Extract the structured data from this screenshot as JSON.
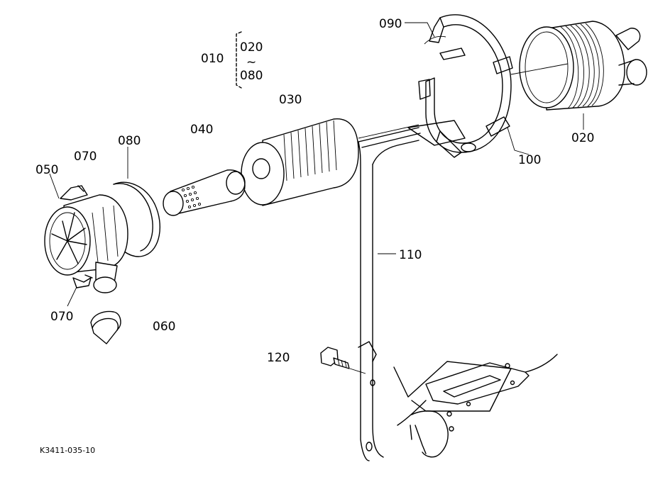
{
  "diagram": {
    "labels": {
      "p010": "010",
      "p020_range_start": "020",
      "p020_range_sep": "~",
      "p020_range_end": "080",
      "p020": "020",
      "p030": "030",
      "p040": "040",
      "p050": "050",
      "p060": "060",
      "p070_top": "070",
      "p070_bottom": "070",
      "p080": "080",
      "p090": "090",
      "p100": "100",
      "p110": "110",
      "p120": "120"
    },
    "drawing_code": "K3411-035-10"
  }
}
